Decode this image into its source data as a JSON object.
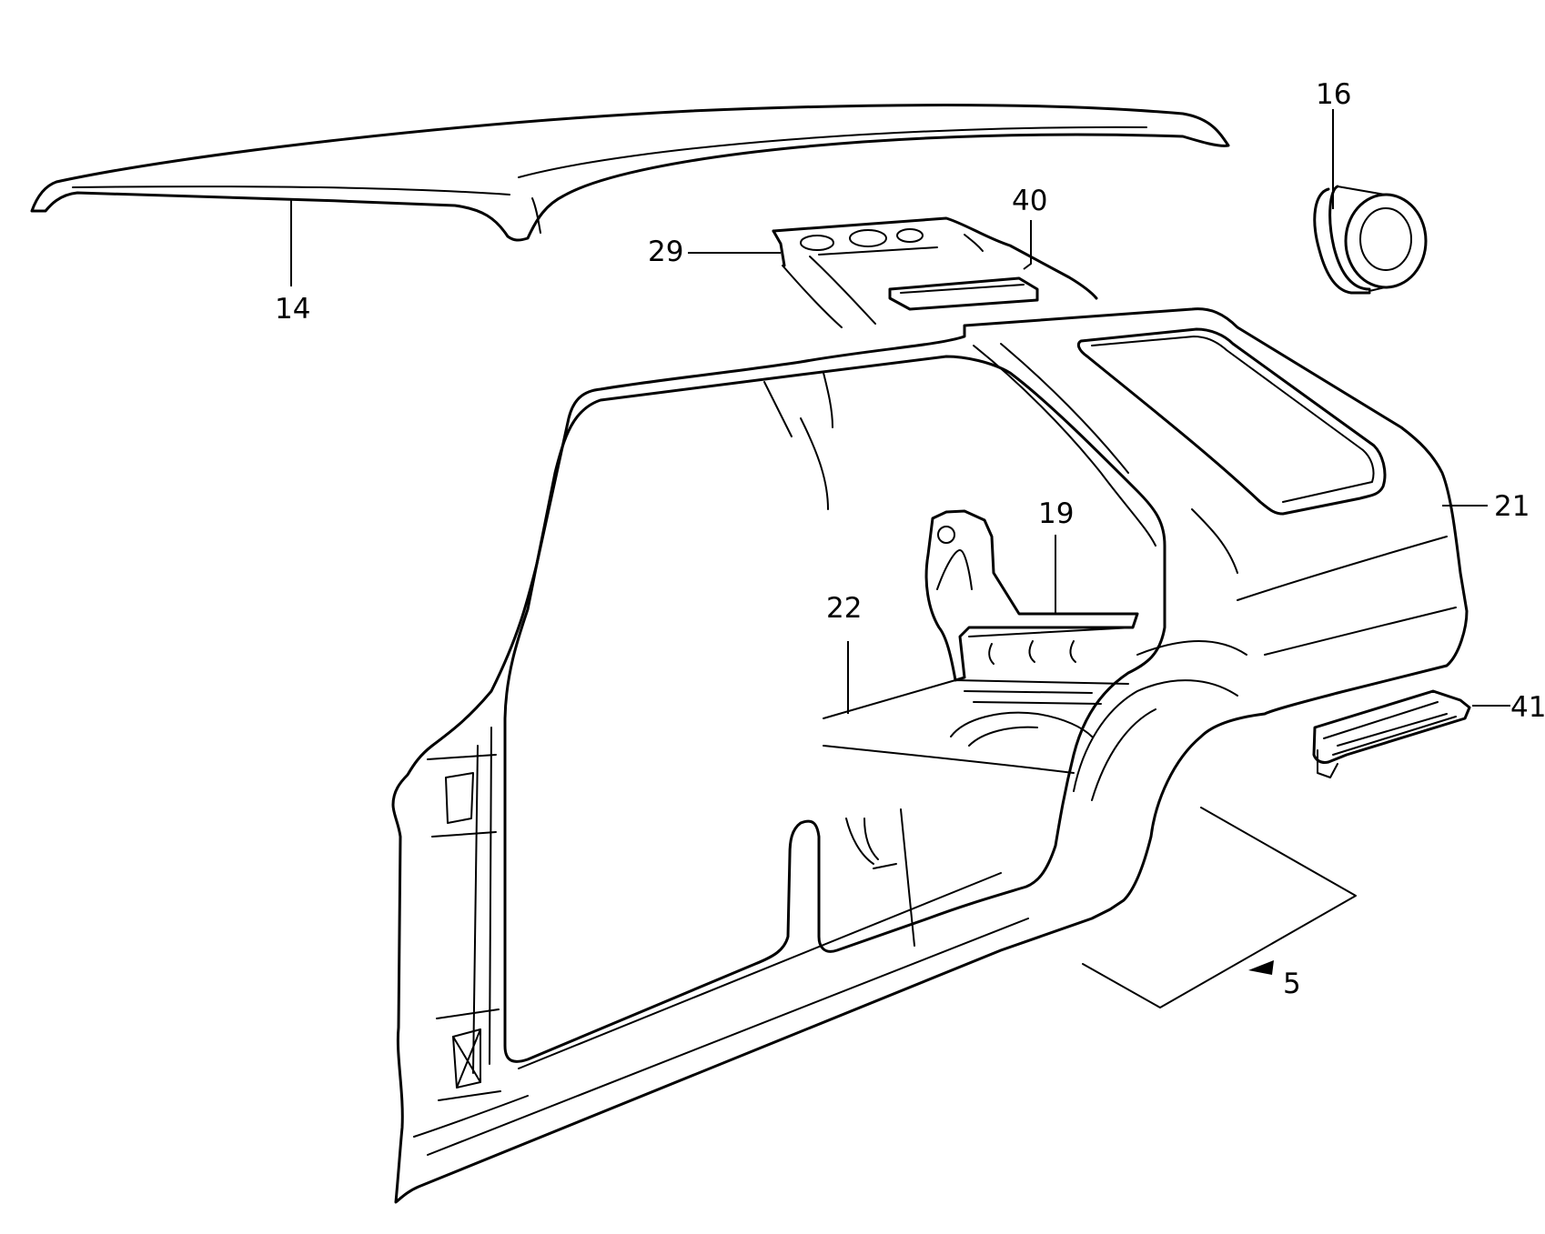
{
  "diagram": {
    "callouts": {
      "c14": "14",
      "c16": "16",
      "c29": "29",
      "c40": "40",
      "c21": "21",
      "c19": "19",
      "c22": "22",
      "c41": "41",
      "c5": "5"
    }
  }
}
